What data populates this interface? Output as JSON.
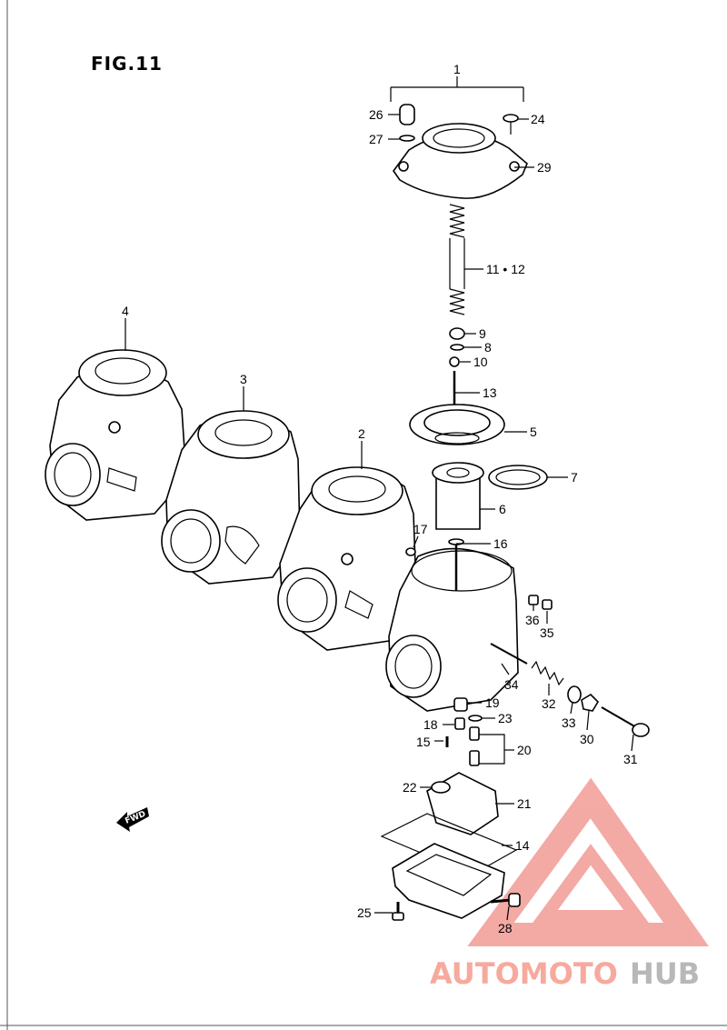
{
  "figure": {
    "title": "FIG.11"
  },
  "callouts": [
    {
      "id": "c1",
      "label": "1"
    },
    {
      "id": "c2",
      "label": "2"
    },
    {
      "id": "c3",
      "label": "3"
    },
    {
      "id": "c4",
      "label": "4"
    },
    {
      "id": "c5",
      "label": "5"
    },
    {
      "id": "c6",
      "label": "6"
    },
    {
      "id": "c7",
      "label": "7"
    },
    {
      "id": "c8",
      "label": "8"
    },
    {
      "id": "c9",
      "label": "9"
    },
    {
      "id": "c10",
      "label": "10"
    },
    {
      "id": "c1112",
      "label": "11 • 12"
    },
    {
      "id": "c13",
      "label": "13"
    },
    {
      "id": "c14",
      "label": "14"
    },
    {
      "id": "c15",
      "label": "15"
    },
    {
      "id": "c16",
      "label": "16"
    },
    {
      "id": "c17",
      "label": "17"
    },
    {
      "id": "c18",
      "label": "18"
    },
    {
      "id": "c19",
      "label": "19"
    },
    {
      "id": "c20",
      "label": "20"
    },
    {
      "id": "c21",
      "label": "21"
    },
    {
      "id": "c22",
      "label": "22"
    },
    {
      "id": "c23",
      "label": "23"
    },
    {
      "id": "c24",
      "label": "24"
    },
    {
      "id": "c25",
      "label": "25"
    },
    {
      "id": "c26",
      "label": "26"
    },
    {
      "id": "c27",
      "label": "27"
    },
    {
      "id": "c28",
      "label": "28"
    },
    {
      "id": "c29",
      "label": "29"
    },
    {
      "id": "c30",
      "label": "30"
    },
    {
      "id": "c31",
      "label": "31"
    },
    {
      "id": "c32",
      "label": "32"
    },
    {
      "id": "c33",
      "label": "33"
    },
    {
      "id": "c34",
      "label": "34"
    },
    {
      "id": "c35",
      "label": "35"
    },
    {
      "id": "c36",
      "label": "36"
    }
  ],
  "direction_arrow": {
    "label": "FWD"
  },
  "watermark": {
    "text_a": "AUTOMOTO",
    "text_b": "HUB",
    "color_a": "#f7a99d",
    "color_b": "#b8b8b8",
    "logo_color": "#f29b95"
  }
}
